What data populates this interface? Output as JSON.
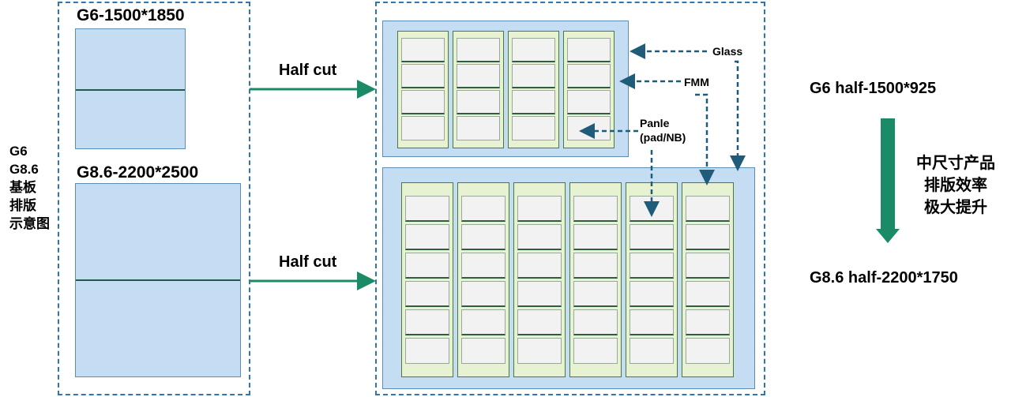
{
  "diagram": {
    "side_title_lines": [
      "G6",
      "G8.6",
      "基板",
      "排版",
      "示意图"
    ],
    "g6_full": {
      "label": "G6-1500*1850"
    },
    "g86_full": {
      "label": "G8.6-2200*2500"
    },
    "half_cut_top": "Half cut",
    "half_cut_bottom": "Half cut",
    "callouts": {
      "glass": "Glass",
      "fmm": "FMM",
      "panel_line1": "Panle",
      "panel_line2": "(pad/NB)"
    },
    "g6_half_label": "G6 half-1500*925",
    "g86_half_label": "G8.6 half-2200*1750",
    "effect_lines": [
      "中尺寸产品",
      "排版效率",
      "极大提升"
    ],
    "layout": {
      "g6_fmm_count": 4,
      "g6_panels_per_fmm": 4,
      "g86_fmm_count": 6,
      "g86_panels_per_fmm": 6
    },
    "colors": {
      "dashed_border": "#2e75b6",
      "glass_fill": "#c5ddf2",
      "fmm_fill": "#e6f2d2",
      "arrow_green": "#1b8a66",
      "callout_arrow": "#1f5c7a"
    }
  }
}
